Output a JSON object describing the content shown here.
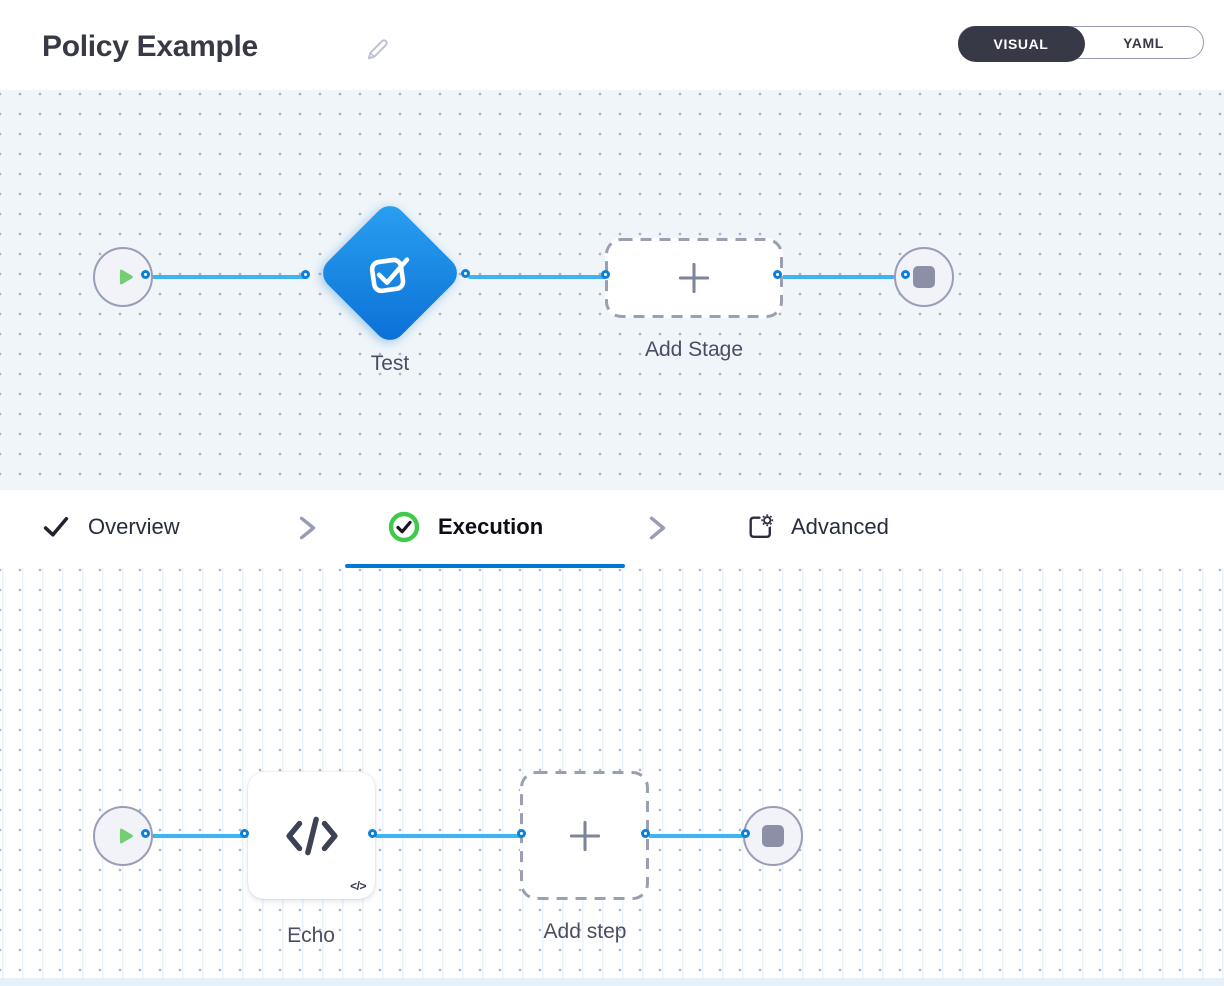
{
  "header": {
    "title": "Policy Example",
    "view_toggle": {
      "visual": "VISUAL",
      "yaml": "YAML",
      "selected": "VISUAL"
    }
  },
  "stage_pipeline": {
    "stage_label": "Test",
    "add_stage_label": "Add Stage"
  },
  "tabs": {
    "overview": "Overview",
    "execution": "Execution",
    "advanced": "Advanced",
    "active": "Execution"
  },
  "step_pipeline": {
    "step_label": "Echo",
    "step_badge": "</>",
    "add_step_label": "Add step"
  },
  "icons": {
    "edit": "pencil-icon",
    "stage": "check-box-icon",
    "step": "code-icon",
    "start": "play-icon",
    "end": "stop-icon",
    "add": "plus-icon"
  },
  "colors": {
    "accent_blue": "#0278d5",
    "connector_blue": "#3eb5f2",
    "endpoint_blue": "#0a80da",
    "diamond_gradient_start": "#2aa1f1",
    "diamond_gradient_end": "#0b6fd5",
    "success_green": "#41c94e",
    "play_green": "#74cf74",
    "dark_navy": "#383946",
    "canvas_top_bg": "#eff5f9",
    "canvas_bottom_bg": "#ffffff"
  }
}
